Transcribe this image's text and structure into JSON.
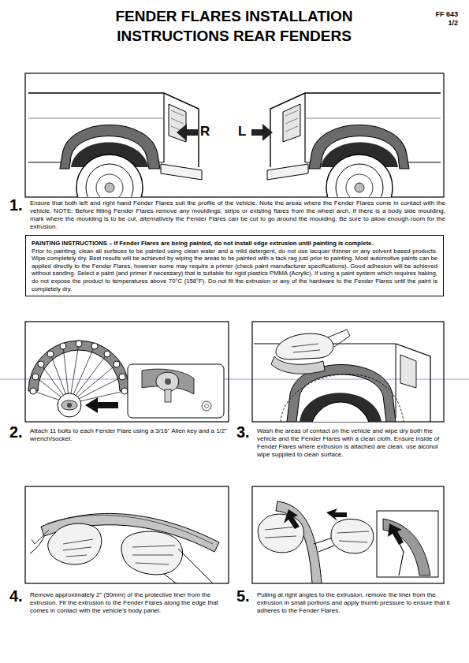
{
  "diagram": {
    "title": "FENDER FLARES INSTALLATION INSTRUCTIONS REAR FENDERS",
    "nodes": [
      {
        "text": [
          "PAINTING INSTRUCTIONS – If Fender Flares are being painted, do not install edge extrusion until painting is complete.",
          "Prior to painting, clean all surfaces to be painted using clean water and a mild detergent, do not use lacquer thinner or any solvent based products. Wipe completely dry. Best results will be achieved by wiping the areas to be painted with a tack rag just prior to painting. Most automotive paints can be applied directly to the Fender Flares, however some may require a primer (check paint manufacturer specifications). Good adhesion will be achieved without sanding. Select a paint (and primer if necessary) that is suitable for rigid plastics PMMA (Acrylic). If using a paint system which requires baking, do not expose the product to temperatures above 70°C (158°F). Do not fit the extrusion or any of the hardware to the Fender Flares until the paint is completely dry."
        ]
      }
    ],
    "labels": [
      "FF 643",
      "1/2",
      "R",
      "L",
      "1.",
      "Ensure that both left and right hand Fender Flares suit the profile of the vehicle. Note the areas where the Fender Flares come in contact with the vehicle. NOTE: Before fitting Fender Flares remove any mouldings, strips or existing flares from the wheel arch. If there is a body side moulding, mark where the moulding is to be cut, alternatively the Fender Flares can be cut to go around the moulding. Be sure to allow enough room for the extrusion.",
      "2.",
      "Attach 11 bolts to each Fender Flare using a 3/16\" Allen key and a 1/2\" wrench/socket.",
      "3.",
      "Wash the areas of contact on the vehicle and wipe dry both the vehicle and the Fender Flares with a clean cloth. Ensure inside of Fender Flares where extrusion is attached are clean, use alcohol wipe supplied to clean surface.",
      "4.",
      "Remove approximately 2\" (50mm) of the protective liner from the extrusion. Fit the extrusion to the Fender Flares along the edge that comes in contact with the vehicle's body panel.",
      "5.",
      "Pulling at right angles to the extrusion, remove the liner from the extrusion in small portions and apply thumb pressure to ensure that it adheres to the Fender Flares."
    ]
  }
}
